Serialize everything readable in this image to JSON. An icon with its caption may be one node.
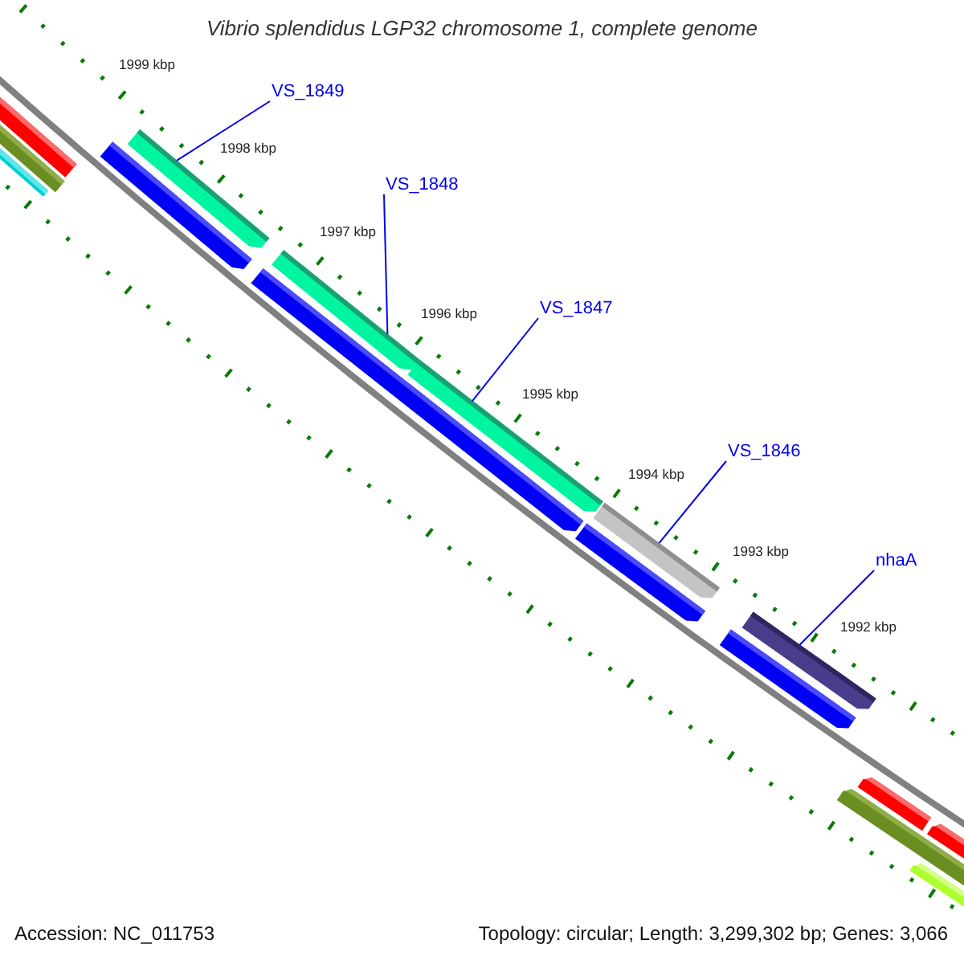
{
  "diagram": {
    "title": "Vibrio splendidus LGP32 chromosome 1, complete genome",
    "nodes": [
      {
        "text": [
          "VS_1849"
        ]
      },
      {
        "text": [
          "VS_1848"
        ]
      },
      {
        "text": [
          "VS_1847"
        ]
      },
      {
        "text": [
          "VS_1846"
        ]
      },
      {
        "text": [
          "nhaA"
        ]
      },
      {
        "text": [],
        "shape": "bar"
      },
      {
        "text": [],
        "shape": "bar"
      },
      {
        "text": [],
        "shape": "bar"
      },
      {
        "text": [],
        "shape": "bar"
      },
      {
        "text": [],
        "shape": "bar"
      },
      {
        "text": [],
        "shape": "bar"
      },
      {
        "text": [],
        "shape": "bar"
      },
      {
        "text": [],
        "shape": "bar"
      },
      {
        "text": [],
        "shape": "bar"
      },
      {
        "text": [],
        "shape": "bar"
      },
      {
        "text": [],
        "shape": "bar"
      },
      {
        "text": [],
        "shape": "bar"
      },
      {
        "text": [],
        "shape": "bar"
      },
      {
        "text": [],
        "shape": "bar"
      },
      {
        "text": [],
        "shape": "bar"
      },
      {
        "text": [],
        "shape": "bar"
      }
    ],
    "edges": [
      {
        "from": 0,
        "to": 9,
        "arrow": "none"
      },
      {
        "from": 1,
        "to": 11,
        "arrow": "none"
      },
      {
        "from": 2,
        "to": 12,
        "arrow": "none"
      },
      {
        "from": 3,
        "to": 14,
        "arrow": "none"
      },
      {
        "from": 4,
        "to": 16,
        "arrow": "none"
      }
    ],
    "labels": [
      "1999 kbp",
      "1998 kbp",
      "1997 kbp",
      "1996 kbp",
      "1995 kbp",
      "1994 kbp",
      "1993 kbp",
      "1992 kbp",
      "Accession: NC_011753",
      "Topology: circular; Length: 3,299,302 bp; Genes: 3,066"
    ]
  }
}
